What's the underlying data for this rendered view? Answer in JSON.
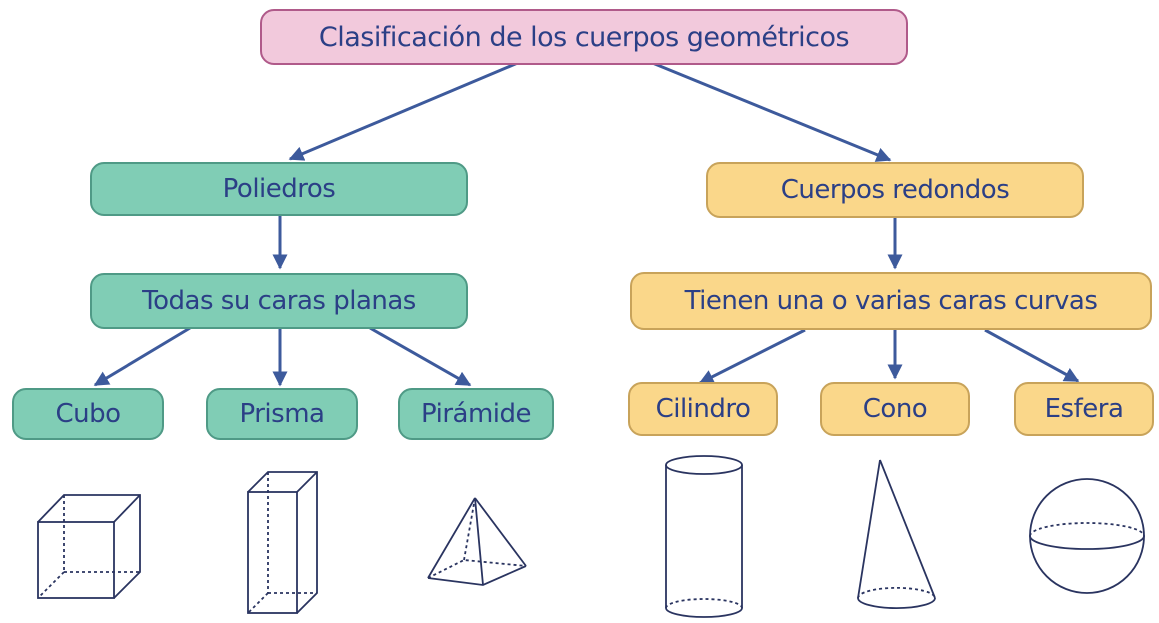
{
  "root": {
    "label": "Clasificación de los cuerpos geométricos"
  },
  "left": {
    "category": "Poliedros",
    "property": "Todas su caras planas",
    "shapes": [
      "Cubo",
      "Prisma",
      "Pirámide"
    ]
  },
  "right": {
    "category": "Cuerpos redondos",
    "property": "Tienen una o varias caras curvas",
    "shapes": [
      "Cilindro",
      "Cono",
      "Esfera"
    ]
  },
  "colors": {
    "root_fill": "#f2c9dc",
    "root_border": "#b05a8a",
    "poliedros_fill": "#80cdb5",
    "redondos_fill": "#fad78a",
    "text": "#2b3f86",
    "arrow": "#3d5a9c"
  }
}
